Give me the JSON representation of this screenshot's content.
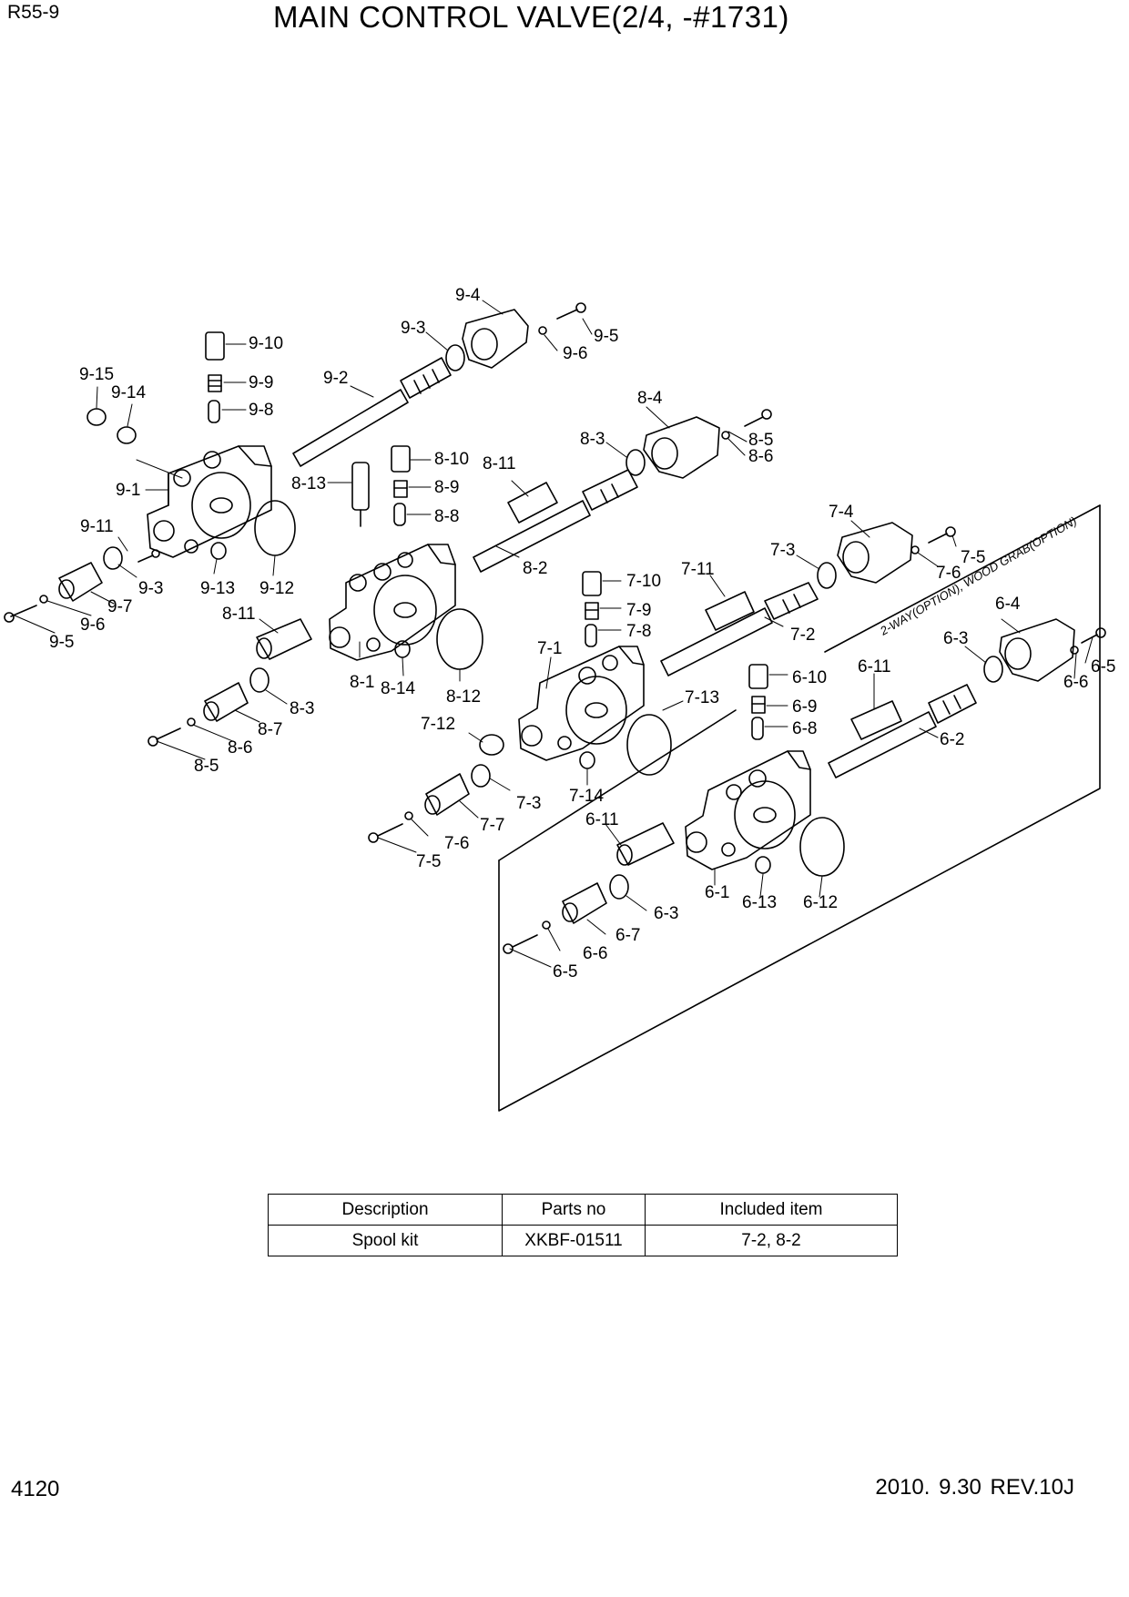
{
  "header": {
    "model": "R55-9",
    "title": "MAIN CONTROL VALVE(2/4, -#1731)"
  },
  "diagram": {
    "option_note": "2-WAY(OPTION), WOOD GRAB(OPTION)",
    "labels": {
      "9-4": "9-4",
      "9-3": "9-3",
      "9-5": "9-5",
      "9-6": "9-6",
      "9-10": "9-10",
      "9-9": "9-9",
      "9-8": "9-8",
      "9-15": "9-15",
      "9-14": "9-14",
      "9-2": "9-2",
      "9-1": "9-1",
      "9-11": "9-11",
      "9-3b": "9-3",
      "9-13": "9-13",
      "9-12": "9-12",
      "9-7": "9-7",
      "9-6b": "9-6",
      "9-5b": "9-5",
      "8-4": "8-4",
      "8-3": "8-3",
      "8-5": "8-5",
      "8-6": "8-6",
      "8-10": "8-10",
      "8-11": "8-11",
      "8-13": "8-13",
      "8-9": "8-9",
      "8-8": "8-8",
      "8-2": "8-2",
      "8-11b": "8-11",
      "8-1": "8-1",
      "8-14": "8-14",
      "8-12": "8-12",
      "8-3b": "8-3",
      "8-7": "8-7",
      "8-6b": "8-6",
      "8-5b": "8-5",
      "7-4": "7-4",
      "7-3": "7-3",
      "7-5": "7-5",
      "7-6": "7-6",
      "7-10": "7-10",
      "7-11": "7-11",
      "7-9": "7-9",
      "7-8": "7-8",
      "7-2": "7-2",
      "7-1": "7-1",
      "7-13": "7-13",
      "7-12": "7-12",
      "7-3b": "7-3",
      "7-14": "7-14",
      "7-7": "7-7",
      "7-6b": "7-6",
      "7-5b": "7-5",
      "6-4": "6-4",
      "6-3": "6-3",
      "6-5": "6-5",
      "6-6": "6-6",
      "6-10": "6-10",
      "6-11": "6-11",
      "6-9": "6-9",
      "6-8": "6-8",
      "6-2": "6-2",
      "6-11b": "6-11",
      "6-1": "6-1",
      "6-13": "6-13",
      "6-12": "6-12",
      "6-3b": "6-3",
      "6-7": "6-7",
      "6-6b": "6-6",
      "6-5b": "6-5"
    }
  },
  "kit_table": {
    "headers": [
      "Description",
      "Parts no",
      "Included item"
    ],
    "rows": [
      [
        "Spool kit",
        "XKBF-01511",
        "7-2, 8-2"
      ]
    ]
  },
  "footer": {
    "page": "4120",
    "date_rev": "2010. 9.30  REV.10J"
  }
}
